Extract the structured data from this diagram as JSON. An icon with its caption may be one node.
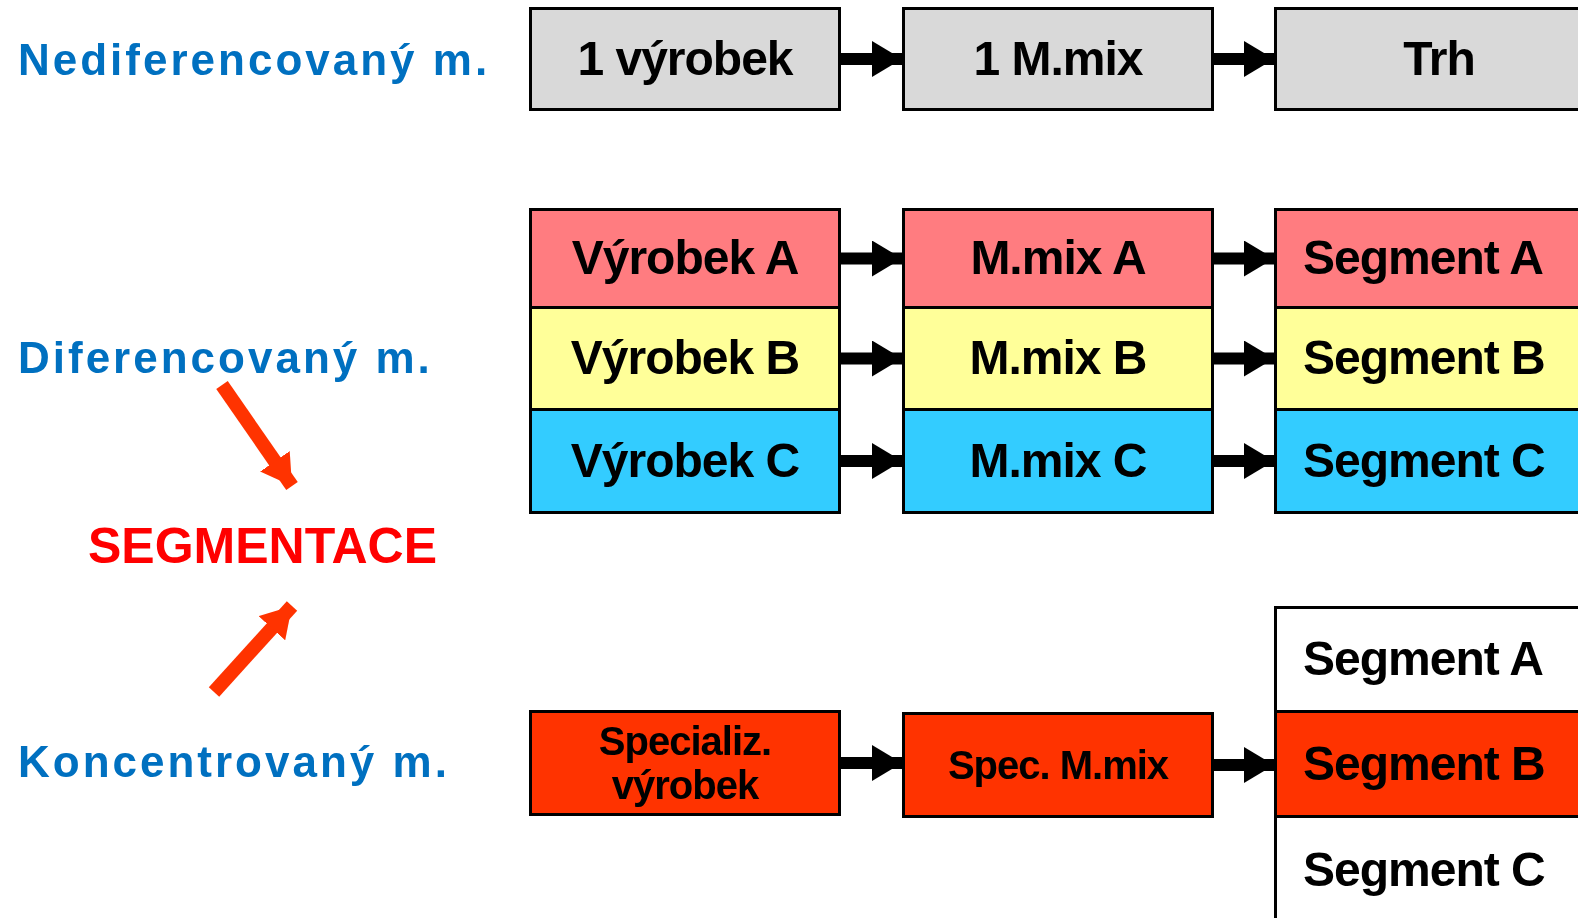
{
  "diagram": {
    "nodes": [
      {
        "text": [
          "1 výrobek"
        ]
      },
      {
        "text": [
          "1 M.mix"
        ]
      },
      {
        "text": [
          "Trh"
        ]
      },
      {
        "text": [
          "Diferencovaný m."
        ]
      },
      {
        "text": [
          "SEGMENTACE"
        ]
      },
      {
        "text": [
          "Koncentrovaný m."
        ]
      },
      {
        "text": [
          "Výrobek A"
        ]
      },
      {
        "text": [
          "Výrobek B"
        ]
      },
      {
        "text": [
          "Výrobek C"
        ]
      },
      {
        "text": [
          "M.mix A"
        ]
      },
      {
        "text": [
          "M.mix B"
        ]
      },
      {
        "text": [
          "M.mix C"
        ]
      },
      {
        "text": [
          "Segment A"
        ]
      },
      {
        "text": [
          "Segment B"
        ]
      },
      {
        "text": [
          "Segment C"
        ]
      },
      {
        "text": [
          "Specializ. výrobek"
        ]
      },
      {
        "text": [
          "Spec. M.mix"
        ]
      },
      {
        "text": [
          "Segment A"
        ]
      },
      {
        "text": [
          "Segment B"
        ]
      },
      {
        "text": [
          "Segment C"
        ]
      }
    ],
    "edges": [
      {
        "from": 0,
        "to": 1,
        "arrow": "to"
      },
      {
        "from": 1,
        "to": 2,
        "arrow": "to"
      },
      {
        "from": 6,
        "to": 9,
        "arrow": "to"
      },
      {
        "from": 7,
        "to": 10,
        "arrow": "to"
      },
      {
        "from": 8,
        "to": 11,
        "arrow": "to"
      },
      {
        "from": 9,
        "to": 12,
        "arrow": "to"
      },
      {
        "from": 10,
        "to": 13,
        "arrow": "to"
      },
      {
        "from": 11,
        "to": 14,
        "arrow": "to"
      },
      {
        "from": 15,
        "to": 16,
        "arrow": "to"
      },
      {
        "from": 16,
        "to": 18,
        "arrow": "to"
      },
      {
        "from": 3,
        "to": 4,
        "arrow": "to",
        "color": "#ff3300"
      },
      {
        "from": 5,
        "to": 4,
        "arrow": "to",
        "color": "#ff3300"
      }
    ],
    "labels": [
      "Nediferencovaný m."
    ]
  }
}
